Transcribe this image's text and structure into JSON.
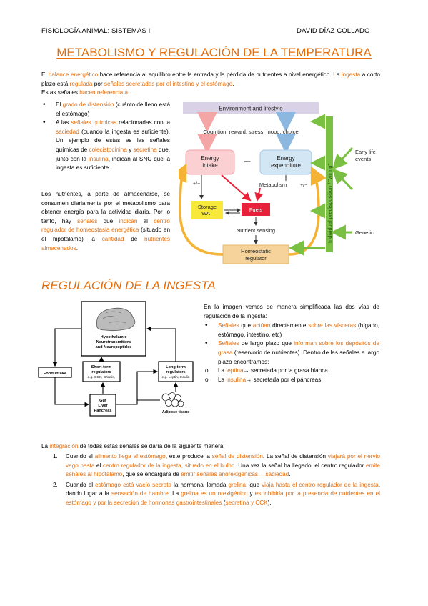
{
  "header": {
    "left": "FISIOLOGÍA ANIMAL: SISTEMAS I",
    "right": "DAVID DÍAZ COLLADO"
  },
  "title": "METABOLISMO Y REGULACIÓN DE LA TEMPERATURA",
  "intro": {
    "s1": "El ",
    "s2": "balance energético",
    "s3": " hace referencia al equilibro entre la entrada y la pérdida de nutrientes a nivel energético. La ",
    "s4": "ingesta",
    "s5": " a corto plazo está ",
    "s6": "regulada",
    "s7": " por ",
    "s8": "señales secretadas por el intestino y el estómago",
    "s9": ".",
    "s10": "Estas señales ",
    "s11": "hacen referencia a",
    "s12": ":"
  },
  "bullets1": [
    {
      "a": "El ",
      "b": "grado de distensión",
      "c": " (cuánto de lleno está el estómago)"
    },
    {
      "a": "A las ",
      "b": "señales químicas",
      "c": " relacionadas con la ",
      "d": "saciedad",
      "e": " (cuando la ingesta es suficiente). Un ejemplo de estas es las señales químicas de ",
      "f": "colecistocinina",
      "g": " y ",
      "h": "secretina",
      "i": " que, junto con la ",
      "j": "insulina",
      "k": ", indican al SNC que la ingesta es suficiente."
    }
  ],
  "nutrients": {
    "a": "Los nutrientes, a parte de almacenarse, se consumen diariamente por el metabolismo para obtener energía para la actividad diaria. Por lo tanto, hay ",
    "b": "señales",
    "c": " que ",
    "d": "indican",
    "e": " al ",
    "f": "centro regulador de homeostasia energética",
    "g": " (situado en el hipotálamo) la ",
    "h": "cantidad",
    "i": " de ",
    "j": "nutrientes almacenados",
    "k": "."
  },
  "diagram1": {
    "environment": "Environment and lifestyle",
    "cognition": "Cognition, reward, stress, mood, choice",
    "energy_intake": [
      "Energy",
      "intake"
    ],
    "minus": "−",
    "energy_expenditure": [
      "Energy",
      "expenditure"
    ],
    "metabolism": "Metabolism",
    "pm_left": "+/−",
    "pm_right": "+/−",
    "storage": [
      "Storage",
      "WAT"
    ],
    "fuels": "Fuels",
    "nutrient_sensing": "Nutrient sensing",
    "regulator": [
      "Homeostatic",
      "regulator"
    ],
    "predisposition": "Individual predisposition / \"wiring\"",
    "early": [
      "Early life",
      "events"
    ],
    "genetic": "Genetic"
  },
  "section2_title": "REGULACIÓN DE LA INGESTA",
  "diagram2": {
    "hypothalamic": [
      "Hypothalamic",
      "Neurotransmitters",
      "and Neuropeptides"
    ],
    "food_intake": "Food intake",
    "short_term": [
      "Short-term",
      "regulators"
    ],
    "short_eg": "e.g. CCK, Ghrelin,",
    "long_term": [
      "Long-term",
      "regulators"
    ],
    "long_eg": "e.g. Leptin, Insulin",
    "gut": [
      "Gut",
      "Liver",
      "Pancreas"
    ],
    "adipose": "Adipose tissue"
  },
  "right_text": {
    "p1": "En la imagen vemos de manera simplificada las dos vías de regulación de la ingesta:",
    "b1a": "Señales",
    "b1b": " que ",
    "b1c": "actúan",
    "b1d": " directamente ",
    "b1e": "sobre las vísceras",
    "b1f": " (hígado, estómago, intestino, etc)",
    "b2a": "Señales",
    "b2b": " de largo plazo que ",
    "b2c": "informan sobre los depósitos de grasa",
    "b2d": " (reservorio de nutrientes). Dentro de las señales a largo plazo encontramos:",
    "c1a": "La ",
    "c1b": "leptina",
    "c1c": "→ secretada por la grasa blanca",
    "c2a": "La ",
    "c2b": "insulina",
    "c2c": "→ secretada por el páncreas"
  },
  "integration": {
    "a": "La ",
    "b": "integración",
    "c": " de todas estas señales se daría de la siguiente manera:"
  },
  "steps": [
    {
      "num": "1.",
      "t1": "Cuando el ",
      "t2": "alimento llega al estómago",
      "t3": ", este produce la ",
      "t4": "señal de distensión",
      "t5": ". La señal de distensión ",
      "t6": "viajará por el nervio vago hasta",
      "t7": " el ",
      "t8": "centro regulador de la ingesta, situado en el bulbo",
      "t9": ". Una vez la señal ha llegado, el centro regulador ",
      "t10": "emite señales al hipotálamo",
      "t11": ", que se encargará de ",
      "t12": "emitir señales anorexigénicas",
      "t13": "→ ",
      "t14": "saciedad",
      "t15": "."
    },
    {
      "num": "2.",
      "t1": "Cuando el ",
      "t2": "estómago está vacío secreta",
      "t3": " la hormona llamada ",
      "t4": "grelina",
      "t5": ", que ",
      "t6": "viaja hasta el centro regulador de la ingesta",
      "t7": ", dando lugar a la ",
      "t8": "sensación de hambre",
      "t9": ". La ",
      "t10": "grelina es un orexigénico",
      "t11": " y ",
      "t12": "es inhibida por la presencia de nutrientes en el estómago y por la secreción de hormonas gastrointestinales",
      "t13": " (",
      "t14": "secretina y CCK",
      "t15": ")."
    }
  ],
  "colors": {
    "accent": "#e46c0a",
    "diagram_green": "#7ac143",
    "diagram_red": "#e8213a"
  }
}
